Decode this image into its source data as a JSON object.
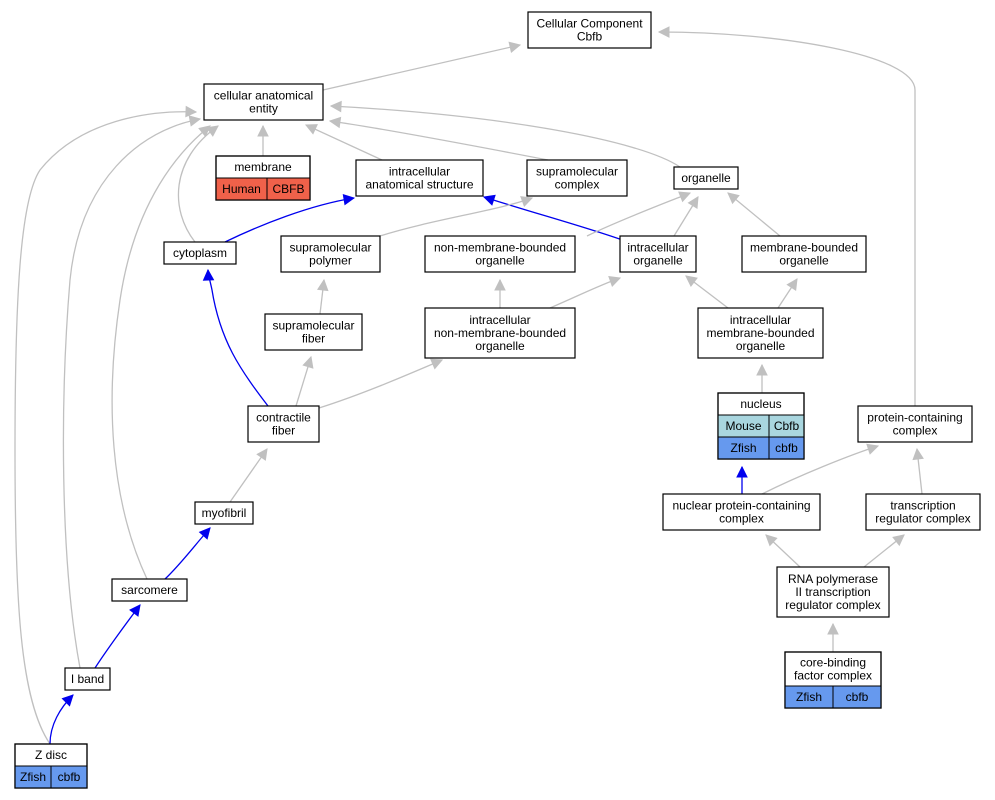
{
  "colors": {
    "edge_default": "#c0c0c0",
    "edge_highlight": "#0000ee",
    "human": "#f0614a",
    "mouse": "#a9d6df",
    "zfish": "#6699ee"
  },
  "nodes": {
    "cc": {
      "lines": [
        "Cellular Component",
        "Cbfb"
      ]
    },
    "cae": {
      "lines": [
        "cellular anatomical",
        "entity"
      ]
    },
    "membrane": {
      "lines": [
        "membrane"
      ],
      "annot": [
        {
          "species": "Human",
          "gene": "CBFB",
          "color": "human"
        }
      ]
    },
    "ias": {
      "lines": [
        "intracellular",
        "anatomical structure"
      ]
    },
    "smc": {
      "lines": [
        "supramolecular",
        "complex"
      ]
    },
    "organelle": {
      "lines": [
        "organelle"
      ]
    },
    "cytoplasm": {
      "lines": [
        "cytoplasm"
      ]
    },
    "smp": {
      "lines": [
        "supramolecular",
        "polymer"
      ]
    },
    "nmbo": {
      "lines": [
        "non-membrane-bounded",
        "organelle"
      ]
    },
    "io": {
      "lines": [
        "intracellular",
        "organelle"
      ]
    },
    "mbo": {
      "lines": [
        "membrane-bounded",
        "organelle"
      ]
    },
    "smf": {
      "lines": [
        "supramolecular",
        "fiber"
      ]
    },
    "inmbo": {
      "lines": [
        "intracellular",
        "non-membrane-bounded",
        "organelle"
      ]
    },
    "imbo": {
      "lines": [
        "intracellular",
        "membrane-bounded",
        "organelle"
      ]
    },
    "nucleus": {
      "lines": [
        "nucleus"
      ],
      "annot": [
        {
          "species": "Mouse",
          "gene": "Cbfb",
          "color": "mouse"
        },
        {
          "species": "Zfish",
          "gene": "cbfb",
          "color": "zfish"
        }
      ]
    },
    "pcc": {
      "lines": [
        "protein-containing",
        "complex"
      ]
    },
    "cf": {
      "lines": [
        "contractile",
        "fiber"
      ]
    },
    "myofibril": {
      "lines": [
        "myofibril"
      ]
    },
    "npcc": {
      "lines": [
        "nuclear protein-containing",
        "complex"
      ]
    },
    "trc": {
      "lines": [
        "transcription",
        "regulator complex"
      ]
    },
    "sarcomere": {
      "lines": [
        "sarcomere"
      ]
    },
    "rnap": {
      "lines": [
        "RNA polymerase",
        "II transcription",
        "regulator complex"
      ]
    },
    "cbfc": {
      "lines": [
        "core-binding",
        "factor complex"
      ],
      "annot": [
        {
          "species": "Zfish",
          "gene": "cbfb",
          "color": "zfish"
        }
      ]
    },
    "iband": {
      "lines": [
        "I band"
      ]
    },
    "zdisc": {
      "lines": [
        "Z disc"
      ],
      "annot": [
        {
          "species": "Zfish",
          "gene": "cbfb",
          "color": "zfish"
        }
      ]
    }
  },
  "edges": [
    {
      "from": "cae",
      "to": "cc",
      "highlight": false
    },
    {
      "from": "pcc",
      "to": "cc",
      "highlight": false
    },
    {
      "from": "membrane",
      "to": "cae",
      "highlight": false
    },
    {
      "from": "ias",
      "to": "cae",
      "highlight": false
    },
    {
      "from": "smc",
      "to": "cae",
      "highlight": false
    },
    {
      "from": "organelle",
      "to": "cae",
      "highlight": false
    },
    {
      "from": "cytoplasm",
      "to": "cae",
      "highlight": false
    },
    {
      "from": "sarcomere",
      "to": "cae",
      "highlight": false
    },
    {
      "from": "iband",
      "to": "cae",
      "highlight": false
    },
    {
      "from": "zdisc",
      "to": "cae",
      "highlight": false
    },
    {
      "from": "cytoplasm",
      "to": "ias",
      "highlight": true
    },
    {
      "from": "io",
      "to": "ias",
      "highlight": true
    },
    {
      "from": "smp",
      "to": "smc",
      "highlight": false
    },
    {
      "from": "nmbo",
      "to": "organelle",
      "highlight": false
    },
    {
      "from": "io",
      "to": "organelle",
      "highlight": false
    },
    {
      "from": "mbo",
      "to": "organelle",
      "highlight": false
    },
    {
      "from": "smf",
      "to": "smp",
      "highlight": false
    },
    {
      "from": "inmbo",
      "to": "nmbo",
      "highlight": false
    },
    {
      "from": "inmbo",
      "to": "io",
      "highlight": false
    },
    {
      "from": "imbo",
      "to": "io",
      "highlight": false
    },
    {
      "from": "imbo",
      "to": "mbo",
      "highlight": false
    },
    {
      "from": "nucleus",
      "to": "imbo",
      "highlight": false
    },
    {
      "from": "cf",
      "to": "cytoplasm",
      "highlight": true
    },
    {
      "from": "cf",
      "to": "smf",
      "highlight": false
    },
    {
      "from": "cf",
      "to": "inmbo",
      "highlight": false
    },
    {
      "from": "myofibril",
      "to": "cf",
      "highlight": false
    },
    {
      "from": "sarcomere",
      "to": "myofibril",
      "highlight": true
    },
    {
      "from": "iband",
      "to": "sarcomere",
      "highlight": true
    },
    {
      "from": "zdisc",
      "to": "iband",
      "highlight": true
    },
    {
      "from": "npcc",
      "to": "nucleus",
      "highlight": true
    },
    {
      "from": "npcc",
      "to": "pcc",
      "highlight": false
    },
    {
      "from": "trc",
      "to": "pcc",
      "highlight": false
    },
    {
      "from": "rnap",
      "to": "npcc",
      "highlight": false
    },
    {
      "from": "rnap",
      "to": "trc",
      "highlight": false
    },
    {
      "from": "cbfc",
      "to": "rnap",
      "highlight": false
    }
  ]
}
